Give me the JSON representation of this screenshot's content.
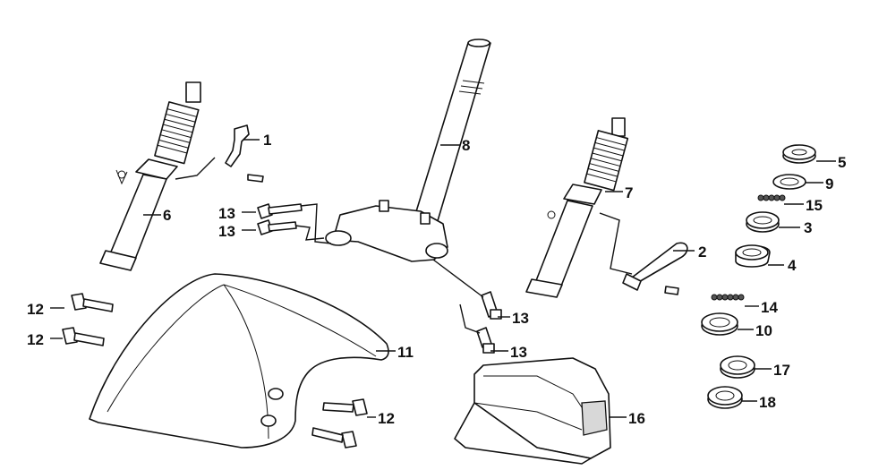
{
  "callouts": {
    "c1": "1",
    "c2": "2",
    "c3": "3",
    "c4": "4",
    "c5": "5",
    "c6": "6",
    "c7": "7",
    "c8": "8",
    "c9": "9",
    "c10": "10",
    "c11": "11",
    "c12a": "12",
    "c12b": "12",
    "c12c": "12",
    "c13a": "13",
    "c13b": "13",
    "c13c": "13",
    "c13d": "13",
    "c14": "14",
    "c15": "15",
    "c16": "16",
    "c17": "17",
    "c18": "18"
  }
}
